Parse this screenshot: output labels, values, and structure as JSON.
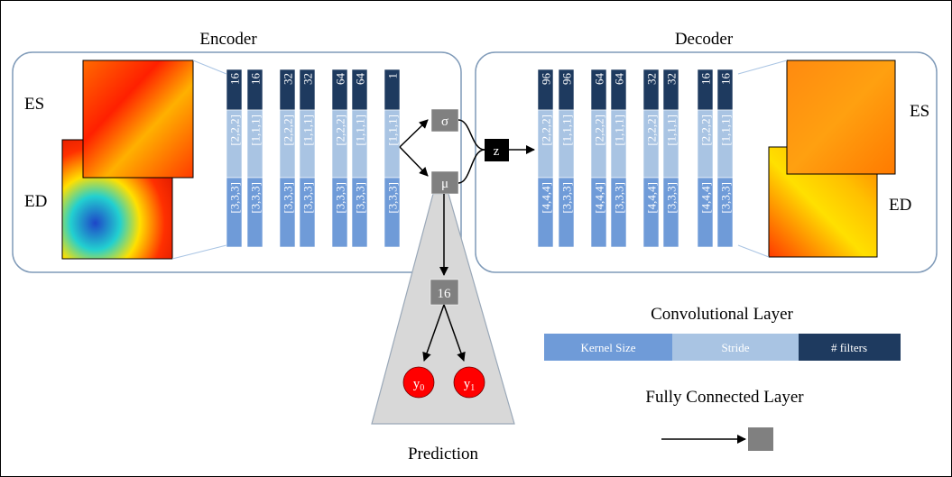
{
  "titles": {
    "encoder": "Encoder",
    "decoder": "Decoder",
    "prediction": "Prediction",
    "conv_legend": "Convolutional Layer",
    "fc_legend": "Fully Connected Layer"
  },
  "labels": {
    "es": "ES",
    "ed": "ED"
  },
  "encoder_layers": [
    {
      "filters": "16",
      "stride": "[2,2,2]",
      "kernel": "[3,3,3]"
    },
    {
      "filters": "16",
      "stride": "[1,1,1]",
      "kernel": "[3,3,3]"
    },
    {
      "filters": "32",
      "stride": "[2,2,2]",
      "kernel": "[3,3,3]"
    },
    {
      "filters": "32",
      "stride": "[1,1,1]",
      "kernel": "[3,3,3]"
    },
    {
      "filters": "64",
      "stride": "[2,2,2]",
      "kernel": "[3,3,3]"
    },
    {
      "filters": "64",
      "stride": "[1,1,1]",
      "kernel": "[3,3,3]"
    },
    {
      "filters": "1",
      "stride": "[1,1,1]",
      "kernel": "[3,3,3]"
    }
  ],
  "decoder_layers": [
    {
      "filters": "96",
      "stride": "[2,2,2]",
      "kernel": "[4,4,4]"
    },
    {
      "filters": "96",
      "stride": "[1,1,1]",
      "kernel": "[3,3,3]"
    },
    {
      "filters": "64",
      "stride": "[2,2,2]",
      "kernel": "[4,4,4]"
    },
    {
      "filters": "64",
      "stride": "[1,1,1]",
      "kernel": "[3,3,3]"
    },
    {
      "filters": "32",
      "stride": "[2,2,2]",
      "kernel": "[4,4,4]"
    },
    {
      "filters": "32",
      "stride": "[1,1,1]",
      "kernel": "[3,3,3]"
    },
    {
      "filters": "16",
      "stride": "[2,2,2]",
      "kernel": "[4,4,4]"
    },
    {
      "filters": "16",
      "stride": "[1,1,1]",
      "kernel": "[3,3,3]"
    }
  ],
  "nodes": {
    "sigma": "σ",
    "mu": "μ",
    "z": "z",
    "fc16": "16",
    "y0_base": "y",
    "y0_sub": "0",
    "y1_base": "y",
    "y1_sub": "1"
  },
  "legend": {
    "kernel": "Kernel Size",
    "stride": "Stride",
    "filters": "# filters"
  },
  "colors": {
    "kernel": "#6f9bd8",
    "stride": "#a9c4e3",
    "filters": "#1e3a5f",
    "fc": "#808080",
    "output": "#ff0000"
  }
}
